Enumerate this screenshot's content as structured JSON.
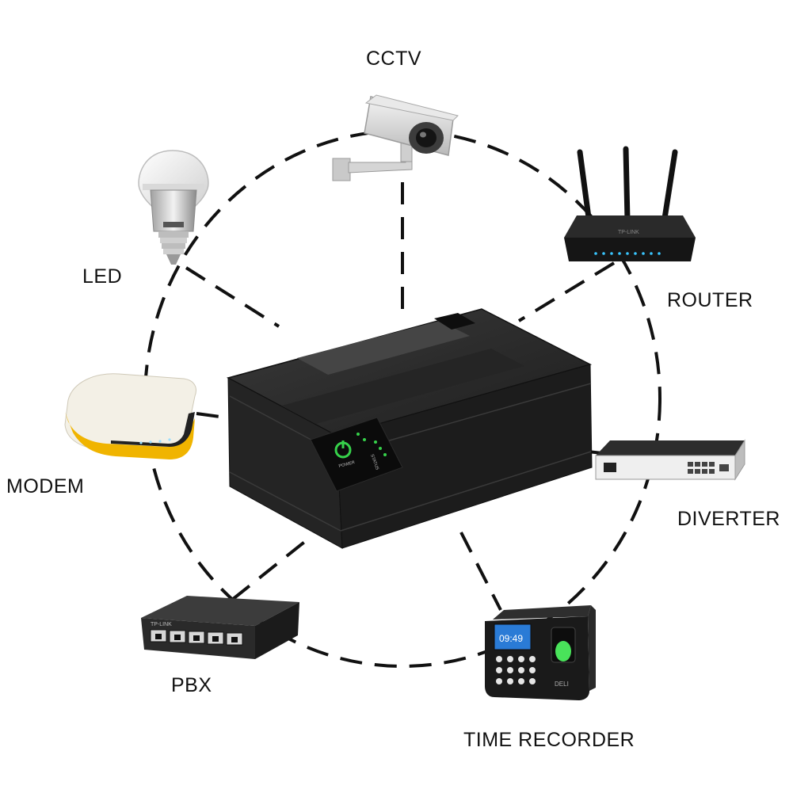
{
  "labels": {
    "cctv": "CCTV",
    "led": "LED",
    "router": "ROUTER",
    "modem": "MODEM",
    "diverter": "DIVERTER",
    "pbx": "PBX",
    "time_recorder": "TIME RECORDER"
  },
  "ups_panel": {
    "power": "POWER",
    "status": "STATUS"
  },
  "device_text": {
    "router_brand": "TP-LINK",
    "switch_brand": "TP-LINK",
    "clock_display": "09:49",
    "recorder_brand": "DELI"
  },
  "colors": {
    "dash": "#111111",
    "ups_body": "#2b2b2b",
    "led_green": "#36d14a",
    "modem_accent": "#f0b400"
  }
}
